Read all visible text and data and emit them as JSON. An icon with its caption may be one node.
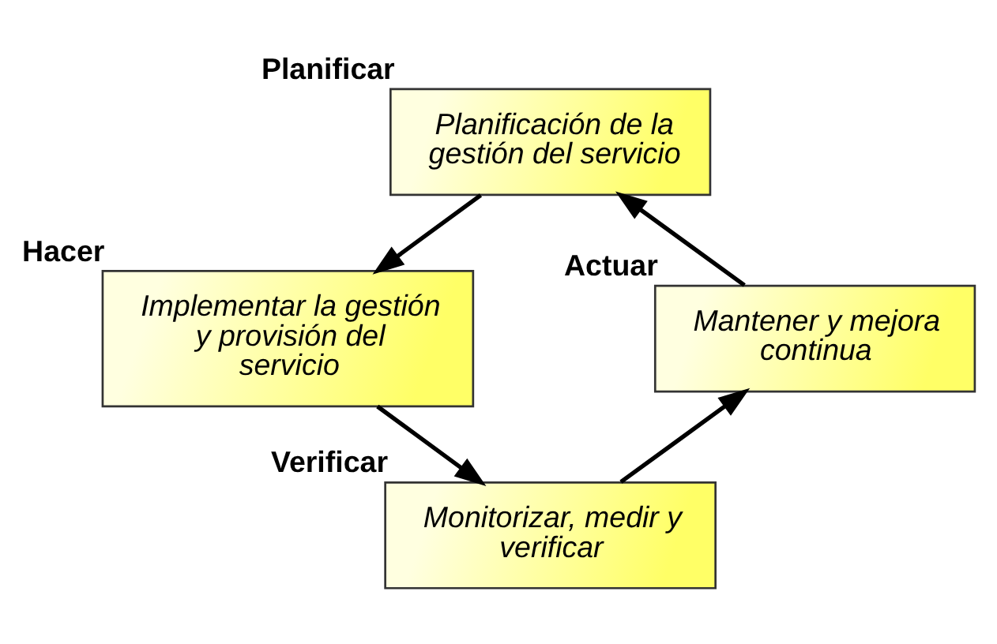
{
  "diagram": {
    "nodes": [
      {
        "text": [
          "Planificación de la gestión del servicio"
        ],
        "beside": [
          "Planificar"
        ]
      },
      {
        "text": [
          "Implementar la gestión y provisión del servicio"
        ],
        "beside": [
          "Hacer"
        ]
      },
      {
        "text": [
          "Monitorizar, medir y verificar"
        ],
        "beside": [
          "Verificar"
        ]
      },
      {
        "text": [
          "Mantener y mejora continua"
        ],
        "beside": [
          "Actuar"
        ]
      }
    ],
    "edges": [
      {
        "from": 0,
        "to": 1,
        "arrow": "to"
      },
      {
        "from": 1,
        "to": 2,
        "arrow": "to"
      },
      {
        "from": 2,
        "to": 3,
        "arrow": "to"
      },
      {
        "from": 3,
        "to": 0,
        "arrow": "to"
      }
    ]
  }
}
